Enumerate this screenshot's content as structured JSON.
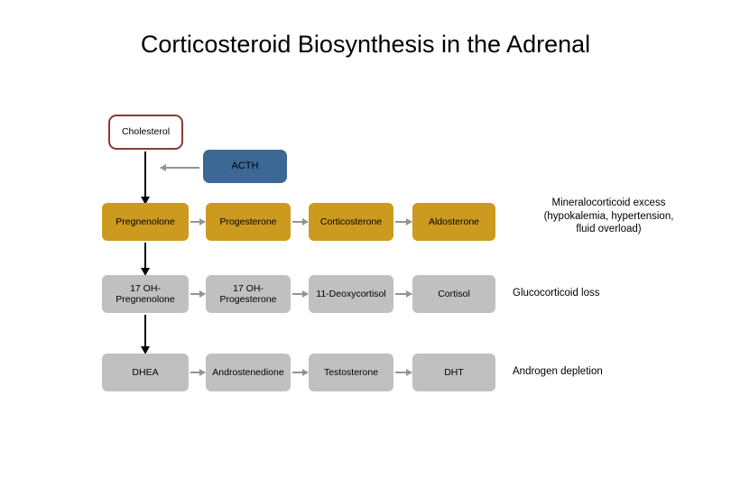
{
  "title": "Corticosteroid Biosynthesis in the Adrenal",
  "nodes": {
    "cholesterol": "Cholesterol",
    "acth": "ACTH"
  },
  "pathways": [
    {
      "row_id": "mineralocorticoid-pathway",
      "style": "gold",
      "steps": [
        "Pregnenolone",
        "Progesterone",
        "Corticosterone",
        "Aldosterone"
      ],
      "note": "Mineralocorticoid excess\n(hypokalemia, hypertension,\n fluid overload)"
    },
    {
      "row_id": "glucocorticoid-pathway",
      "style": "gray",
      "steps": [
        "17 OH-\nPregnenolone",
        "17 OH-\nProgesterone",
        "11-Deoxycortisol",
        "Cortisol"
      ],
      "note": "Glucocorticoid loss"
    },
    {
      "row_id": "androgen-pathway",
      "style": "gray",
      "steps": [
        "DHEA",
        "Androstenedione",
        "Testosterone",
        "DHT"
      ],
      "note": "Androgen depletion"
    }
  ],
  "colors": {
    "gold_box": "#CC9A1E",
    "gray_box": "#C0C0C0",
    "acth_blue": "#3C6895",
    "cholesterol_border": "#8C3A37",
    "arrow_gray": "#949494",
    "arrow_black": "#000000",
    "background": "#FFFFFF"
  }
}
